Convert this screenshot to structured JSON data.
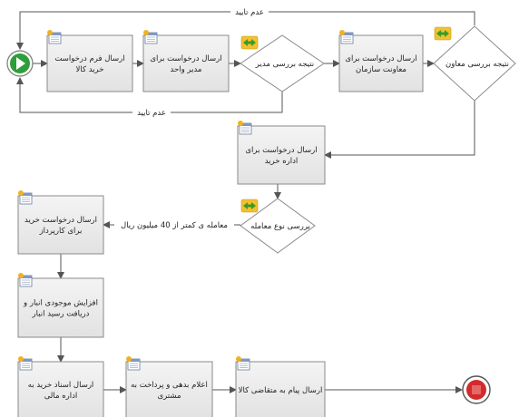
{
  "diagram": {
    "start_event": "start-event",
    "end_event": "end-event",
    "tasks": {
      "t1": {
        "lines": [
          "ارسال فرم درخواست",
          "خرید کالا"
        ]
      },
      "t2": {
        "lines": [
          "ارسال درخواست برای",
          "مدیر واحد"
        ]
      },
      "t3": {
        "lines": [
          "ارسال درخواست برای",
          "معاونت سازمان"
        ]
      },
      "t4": {
        "lines": [
          "ارسال درخواست برای",
          "اداره خرید"
        ]
      },
      "t5": {
        "lines": [
          "ارسال درخواست خرید",
          "برای کارپرداز"
        ]
      },
      "t6": {
        "lines": [
          "افزایش موجودی انبار و",
          "دریافت رسید انبار"
        ]
      },
      "t7": {
        "lines": [
          "ارسال اسناد خرید به",
          "اداره مالی"
        ]
      },
      "t8": {
        "lines": [
          "اعلام بدهی و پرداخت به",
          "مشتری"
        ]
      },
      "t9": {
        "lines": [
          "ارسال پیام به متقاضی کالا"
        ]
      }
    },
    "gateways": {
      "g1": {
        "label": "نتیجه بررسی مدیر"
      },
      "g2": {
        "label": "نتیجه بررسی معاون"
      },
      "g3": {
        "label": "بررسی نوع معامله"
      }
    },
    "edge_labels": {
      "reject_top": "عدم تایید",
      "reject_bottom": "عدم تایید",
      "under_40m": "معامله ی کمتر از 40 میلیون ریال"
    },
    "colors": {
      "task_fill": "#e9e9e9",
      "task_border": "#8a8a8a",
      "line": "#555555",
      "start_fill": "#2e9e3a",
      "end_fill": "#c81e1e",
      "gateway_marker": "#f2c12e",
      "gateway_arrow": "#3a9a2a"
    }
  }
}
